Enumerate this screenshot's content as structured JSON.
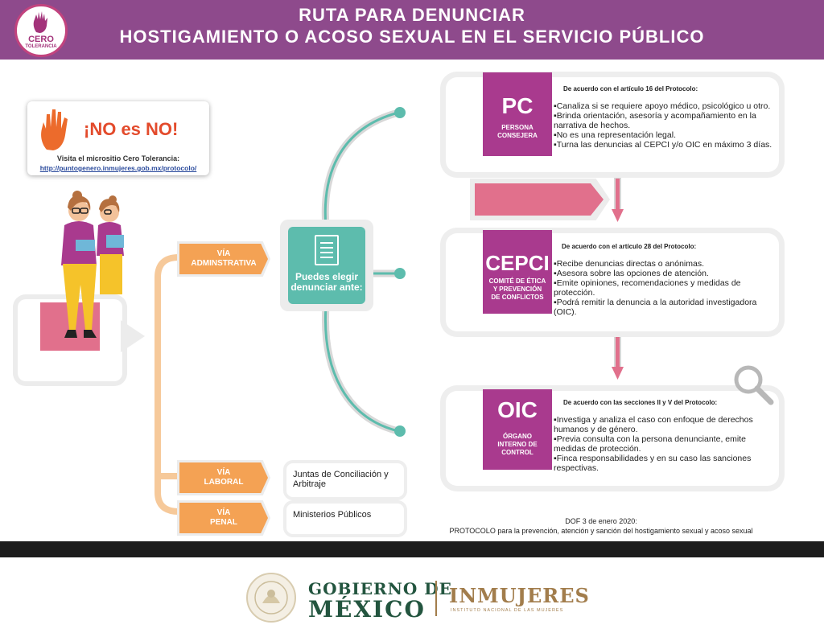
{
  "header": {
    "logo_text": "CERO",
    "logo_sub": "TOLERANCIA",
    "title_line1": "RUTA PARA DENUNCIAR",
    "title_line2": "HOSTIGAMIENTO O ACOSO SEXUAL EN EL SERVICIO PÚBLICO"
  },
  "promo": {
    "no_es_no": "¡NO es NO!",
    "visit_text": "Visita el micrositio Cero Tolerancia:",
    "link": "http://puntogenero.inmujeres.gob.mx/protocolo/"
  },
  "vias": {
    "administrativa": "VÍA\nADMINSTRATIVA",
    "laboral": "VÍA\nLABORAL",
    "penal": "VÍA\nPENAL"
  },
  "puedes": "Puedes elegir denunciar ante:",
  "laboral_card": "Juntas de Conciliación y Arbitraje",
  "penal_card": "Ministerios Públicos",
  "pc": {
    "abbr": "PC",
    "name": "PERSONA\nCONSEJERA",
    "acuerdo": "De acuerdo con el artículo 16 del Protocolo:",
    "bullets": [
      "Canaliza si se requiere apoyo médico, psicológico u otro.",
      "Brinda orientación, asesoría y acompañamiento en la narrativa de hechos.",
      "No es una representación legal.",
      "Turna las denuncias al CEPCI y/o OIC en máximo 3 días."
    ]
  },
  "cepci": {
    "abbr": "CEPCI",
    "name": "COMITÉ DE ÉTICA\nY PREVENCIÓN\nDE CONFLICTOS",
    "acuerdo": "De acuerdo con el artículo 28 del Protocolo:",
    "bullets": [
      "Recibe denuncias directas o anónimas.",
      "Asesora sobre las opciones de atención.",
      "Emite opiniones, recomendaciones y medidas de protección.",
      "Podrá remitir la denuncia a la autoridad investigadora (OIC)."
    ]
  },
  "oic": {
    "abbr": "OIC",
    "name": "ÓRGANO\nINTERNO DE\nCONTROL",
    "acuerdo": "De acuerdo con las secciones II y V del Protocolo:",
    "bullets": [
      "Investiga y analiza el caso con enfoque de derechos humanos y de género.",
      "Previa consulta con la persona denunciante, emite medidas de protección.",
      "Finca responsabilidades y en su caso las sanciones respectivas."
    ]
  },
  "dof": {
    "line1": "DOF 3 de enero 2020:",
    "line2": "PROTOCOLO para la prevención, atención y sanción del hostigamiento sexual y acoso sexual"
  },
  "footer": {
    "gob_line1": "GOBIERNO DE",
    "gob_line2": "MÉXICO",
    "inmujeres": "INMUJERES",
    "inmujeres_sub": "INSTITUTO NACIONAL DE LAS MUJERES"
  },
  "colors": {
    "header": "#8e4a8c",
    "magenta": "#a93a8e",
    "orange": "#f4a254",
    "teal": "#5dbcad",
    "pink": "#e1708c"
  }
}
